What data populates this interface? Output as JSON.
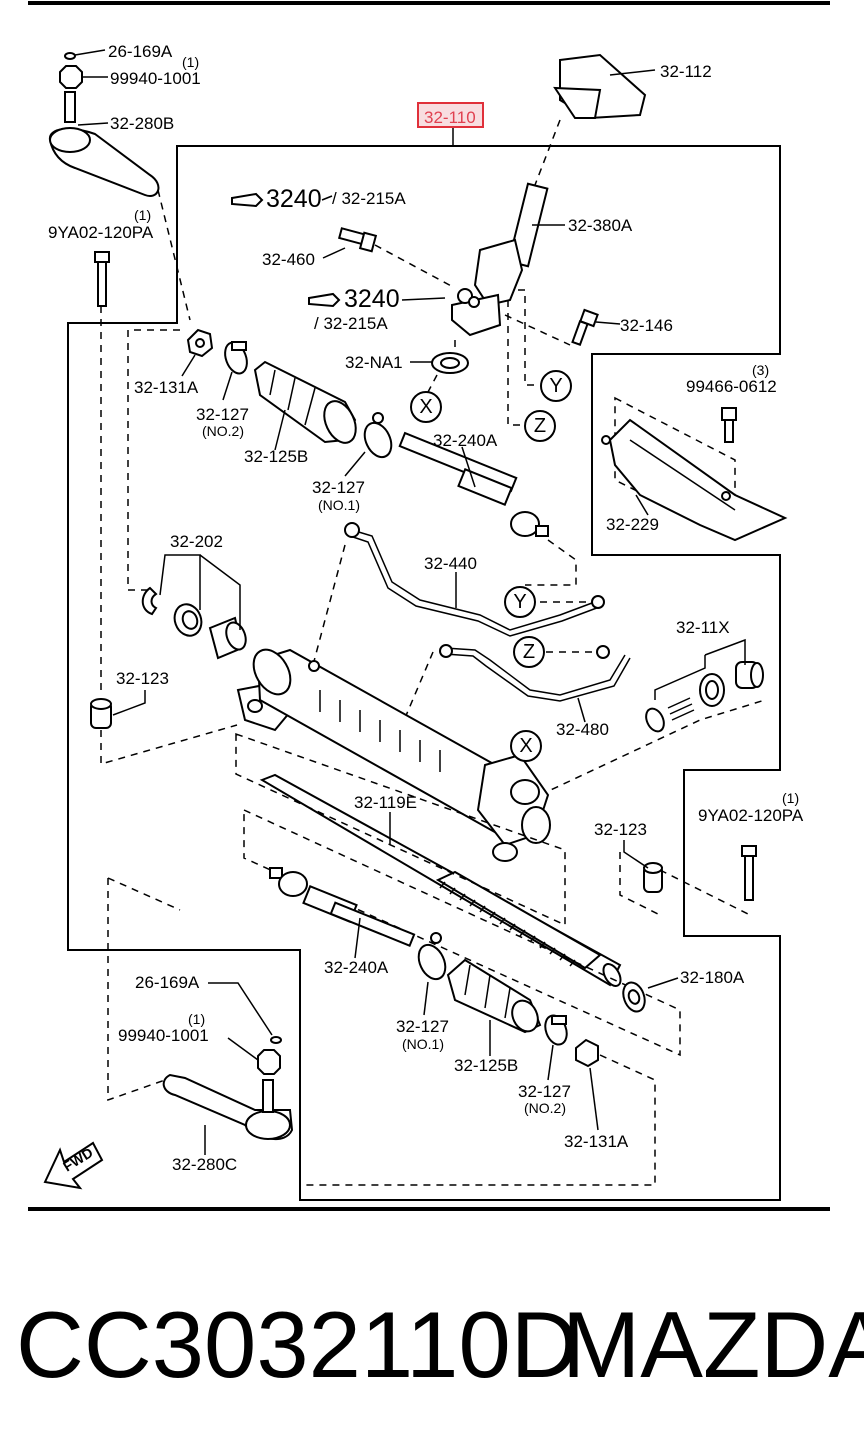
{
  "highlight_label": "32-110",
  "labels": {
    "l26169a_top": "26-169A",
    "one_a": "(1)",
    "l99940_top": "99940-1001",
    "l280b": "32-280B",
    "one_b": "(1)",
    "l9ya02_left": "9YA02-120PA",
    "ref_3240_a": "3240",
    "ref_215a_a": "/ 32-215A",
    "l460": "32-460",
    "ref_3240_b": "3240",
    "ref_215a_b": "/ 32-215A",
    "l112": "32-112",
    "l380a": "32-380A",
    "l146": "32-146",
    "lna1": "32-NA1",
    "l131a_top": "32-131A",
    "l127_top": "32-127",
    "no2_top": "(NO.2)",
    "l125b_top": "32-125B",
    "l127_mid": "32-127",
    "no1_mid": "(NO.1)",
    "l240a_top": "32-240A",
    "three": "(3)",
    "l99466": "99466-0612",
    "l229": "32-229",
    "l202": "32-202",
    "l440": "32-440",
    "l11x": "32-11X",
    "l123_left": "32-123",
    "l480": "32-480",
    "l119e": "32-119E",
    "l123_right": "32-123",
    "one_c": "(1)",
    "l9ya02_right": "9YA02-120PA",
    "l240a_bot": "32-240A",
    "l180a": "32-180A",
    "l26169a_bot": "26-169A",
    "one_d": "(1)",
    "l99940_bot": "99940-1001",
    "l127_bot1": "32-127",
    "no1_bot": "(NO.1)",
    "l125b_bot": "32-125B",
    "l127_bot2": "32-127",
    "no2_bot": "(NO.2)",
    "l131a_bot": "32-131A",
    "l280c": "32-280C",
    "fwd": "FWD"
  },
  "callouts": {
    "x1": "X",
    "y1": "Y",
    "z1": "Z",
    "y2": "Y",
    "z2": "Z",
    "x2": "X"
  },
  "footer": {
    "part_number": "CC3032110D",
    "brand": "MAZDA"
  },
  "colors": {
    "highlight_fill": "#f8dde0",
    "highlight_stroke": "#e0303a",
    "highlight_text": "#e04050"
  }
}
